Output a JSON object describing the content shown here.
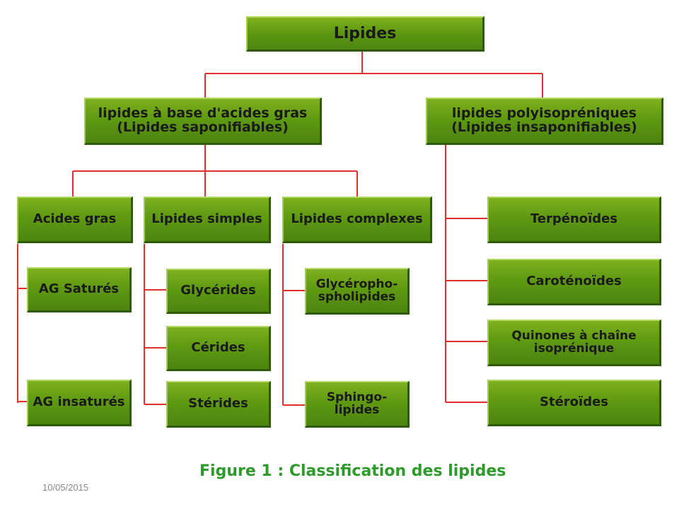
{
  "diagram": {
    "root": "Lipides",
    "left_branch": "lipides à base d'acides gras\n(Lipides saponifiables)",
    "right_branch": "lipides polyisopréniques\n(Lipides insaponifiables)",
    "acides_gras": {
      "label": "Acides gras",
      "children": [
        "AG Saturés",
        "AG insaturés"
      ]
    },
    "lipides_simples": {
      "label": "Lipides simples",
      "children": [
        "Glycérides",
        "Cérides",
        "Stérides"
      ]
    },
    "lipides_complexes": {
      "label": "Lipides complexes",
      "children": [
        "Glycéropho-\nspholipides",
        "Sphingo-\nlipides"
      ]
    },
    "insaponifiables": [
      "Terpénoïdes",
      "Caroténoïdes",
      "Quinones à chaîne\nisoprénique",
      "Stéroïdes"
    ],
    "line_color": "#e03030",
    "box_color": "#5f9a12"
  },
  "caption": "Figure 1 : Classification des lipides",
  "date": "10/05/2015"
}
